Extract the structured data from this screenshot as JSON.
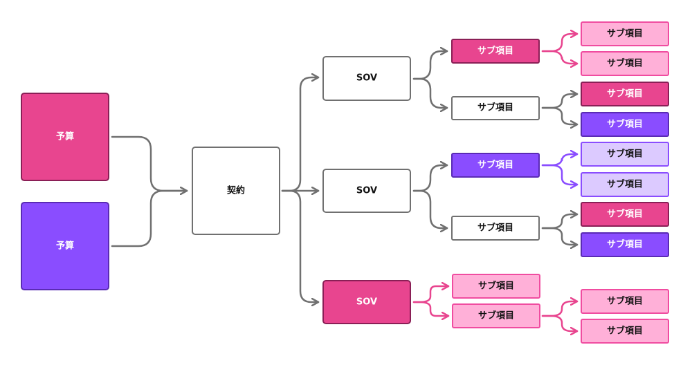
{
  "colors": {
    "pink": "#e8458f",
    "pink_border": "#8a1f56",
    "purple": "#8a4dff",
    "purple_border": "#5a2bb5",
    "light_pink": "#ffb0d8",
    "light_pink_border": "#f04ca0",
    "lavender": "#dccaff",
    "lavender_border": "#8a4dff",
    "white": "#ffffff",
    "gray_border": "#707070",
    "connector_gray": "#707070",
    "connector_pink": "#e8458f",
    "connector_purple": "#8a4dff"
  },
  "budget_1": "予算",
  "budget_2": "予算",
  "contract": "契約",
  "sov_1": "SOV",
  "sov_2": "SOV",
  "sov_3": "SOV",
  "sub_1": "サブ項目",
  "sub_2": "サブ項目",
  "sub_3": "サブ項目",
  "sub_4": "サブ項目",
  "sub_5": "サブ項目",
  "sub_6": "サブ項目",
  "sub_1a": "サブ項目",
  "sub_1b": "サブ項目",
  "sub_2a": "サブ項目",
  "sub_2b": "サブ項目",
  "sub_3a": "サブ項目",
  "sub_3b": "サブ項目",
  "sub_4a": "サブ項目",
  "sub_4b": "サブ項目",
  "sub_6a": "サブ項目",
  "sub_6b": "サブ項目"
}
